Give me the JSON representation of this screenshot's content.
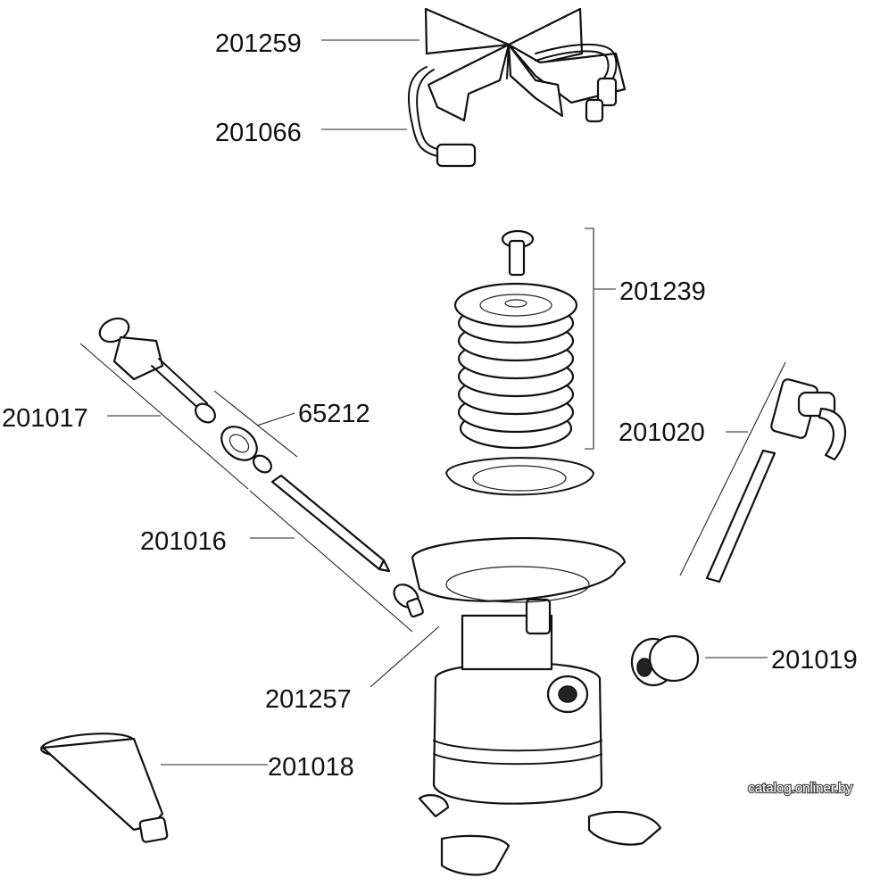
{
  "parts": {
    "burner_cap": "201259",
    "generator_tube": "201066",
    "burner_assembly": "201239",
    "pump_assembly": "201017",
    "pump_cup": "65212",
    "pump_rod": "201016",
    "valve_assembly": "201020",
    "fuel_cap": "201019",
    "fount_assembly": "201257",
    "funnel": "201018"
  },
  "watermark": "catalog.onliner.by",
  "colors": {
    "ink": "#111111",
    "paper": "#ffffff"
  }
}
